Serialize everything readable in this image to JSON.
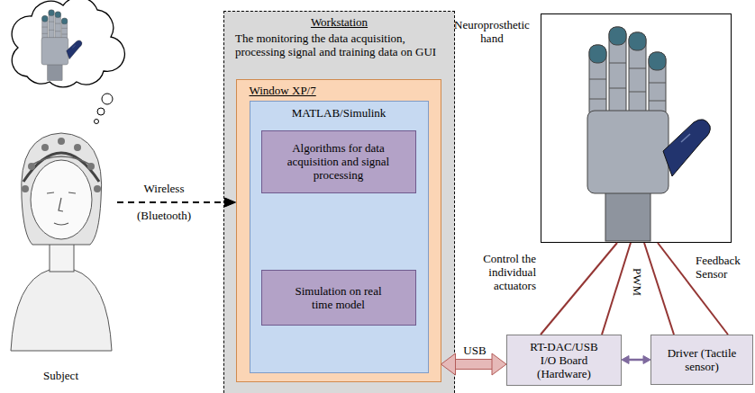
{
  "diagram": {
    "nodes": [
      {
        "text": [
          "Subject"
        ]
      },
      {
        "text": [
          "Workstation",
          "The monitoring the data acquisition, processing signal and training data on GUI"
        ]
      },
      {
        "text": [
          "Window XP/7"
        ],
        "in": 1
      },
      {
        "text": [
          "MATLAB/Simulink"
        ],
        "in": 2
      },
      {
        "text": [
          "Algorithms for data acquisition and signal processing"
        ],
        "in": 3
      },
      {
        "text": [
          "Simulation on real time model"
        ],
        "in": 3
      },
      {
        "text": [
          "Neuroprosthetic hand"
        ]
      },
      {
        "text": [
          "RT-DAC/USB I/O Board (Hardware)"
        ]
      },
      {
        "text": [
          "Driver (Tactile sensor)"
        ]
      }
    ],
    "edges": [
      {
        "from": 0,
        "to": 2,
        "arrow": "to",
        "label": "Wireless (Bluetooth)"
      },
      {
        "from": 2,
        "to": 7,
        "arrow": "both",
        "label": "USB"
      },
      {
        "from": 7,
        "to": 8,
        "arrow": "both"
      },
      {
        "from": 6,
        "to": 7,
        "arrow": "none",
        "label": "Control the individual actuators"
      },
      {
        "from": 6,
        "to": 7,
        "arrow": "none",
        "label": "PWM"
      },
      {
        "from": 6,
        "to": 8,
        "arrow": "none"
      },
      {
        "from": 6,
        "to": 8,
        "arrow": "none",
        "label": "Feedback Sensor"
      }
    ]
  }
}
